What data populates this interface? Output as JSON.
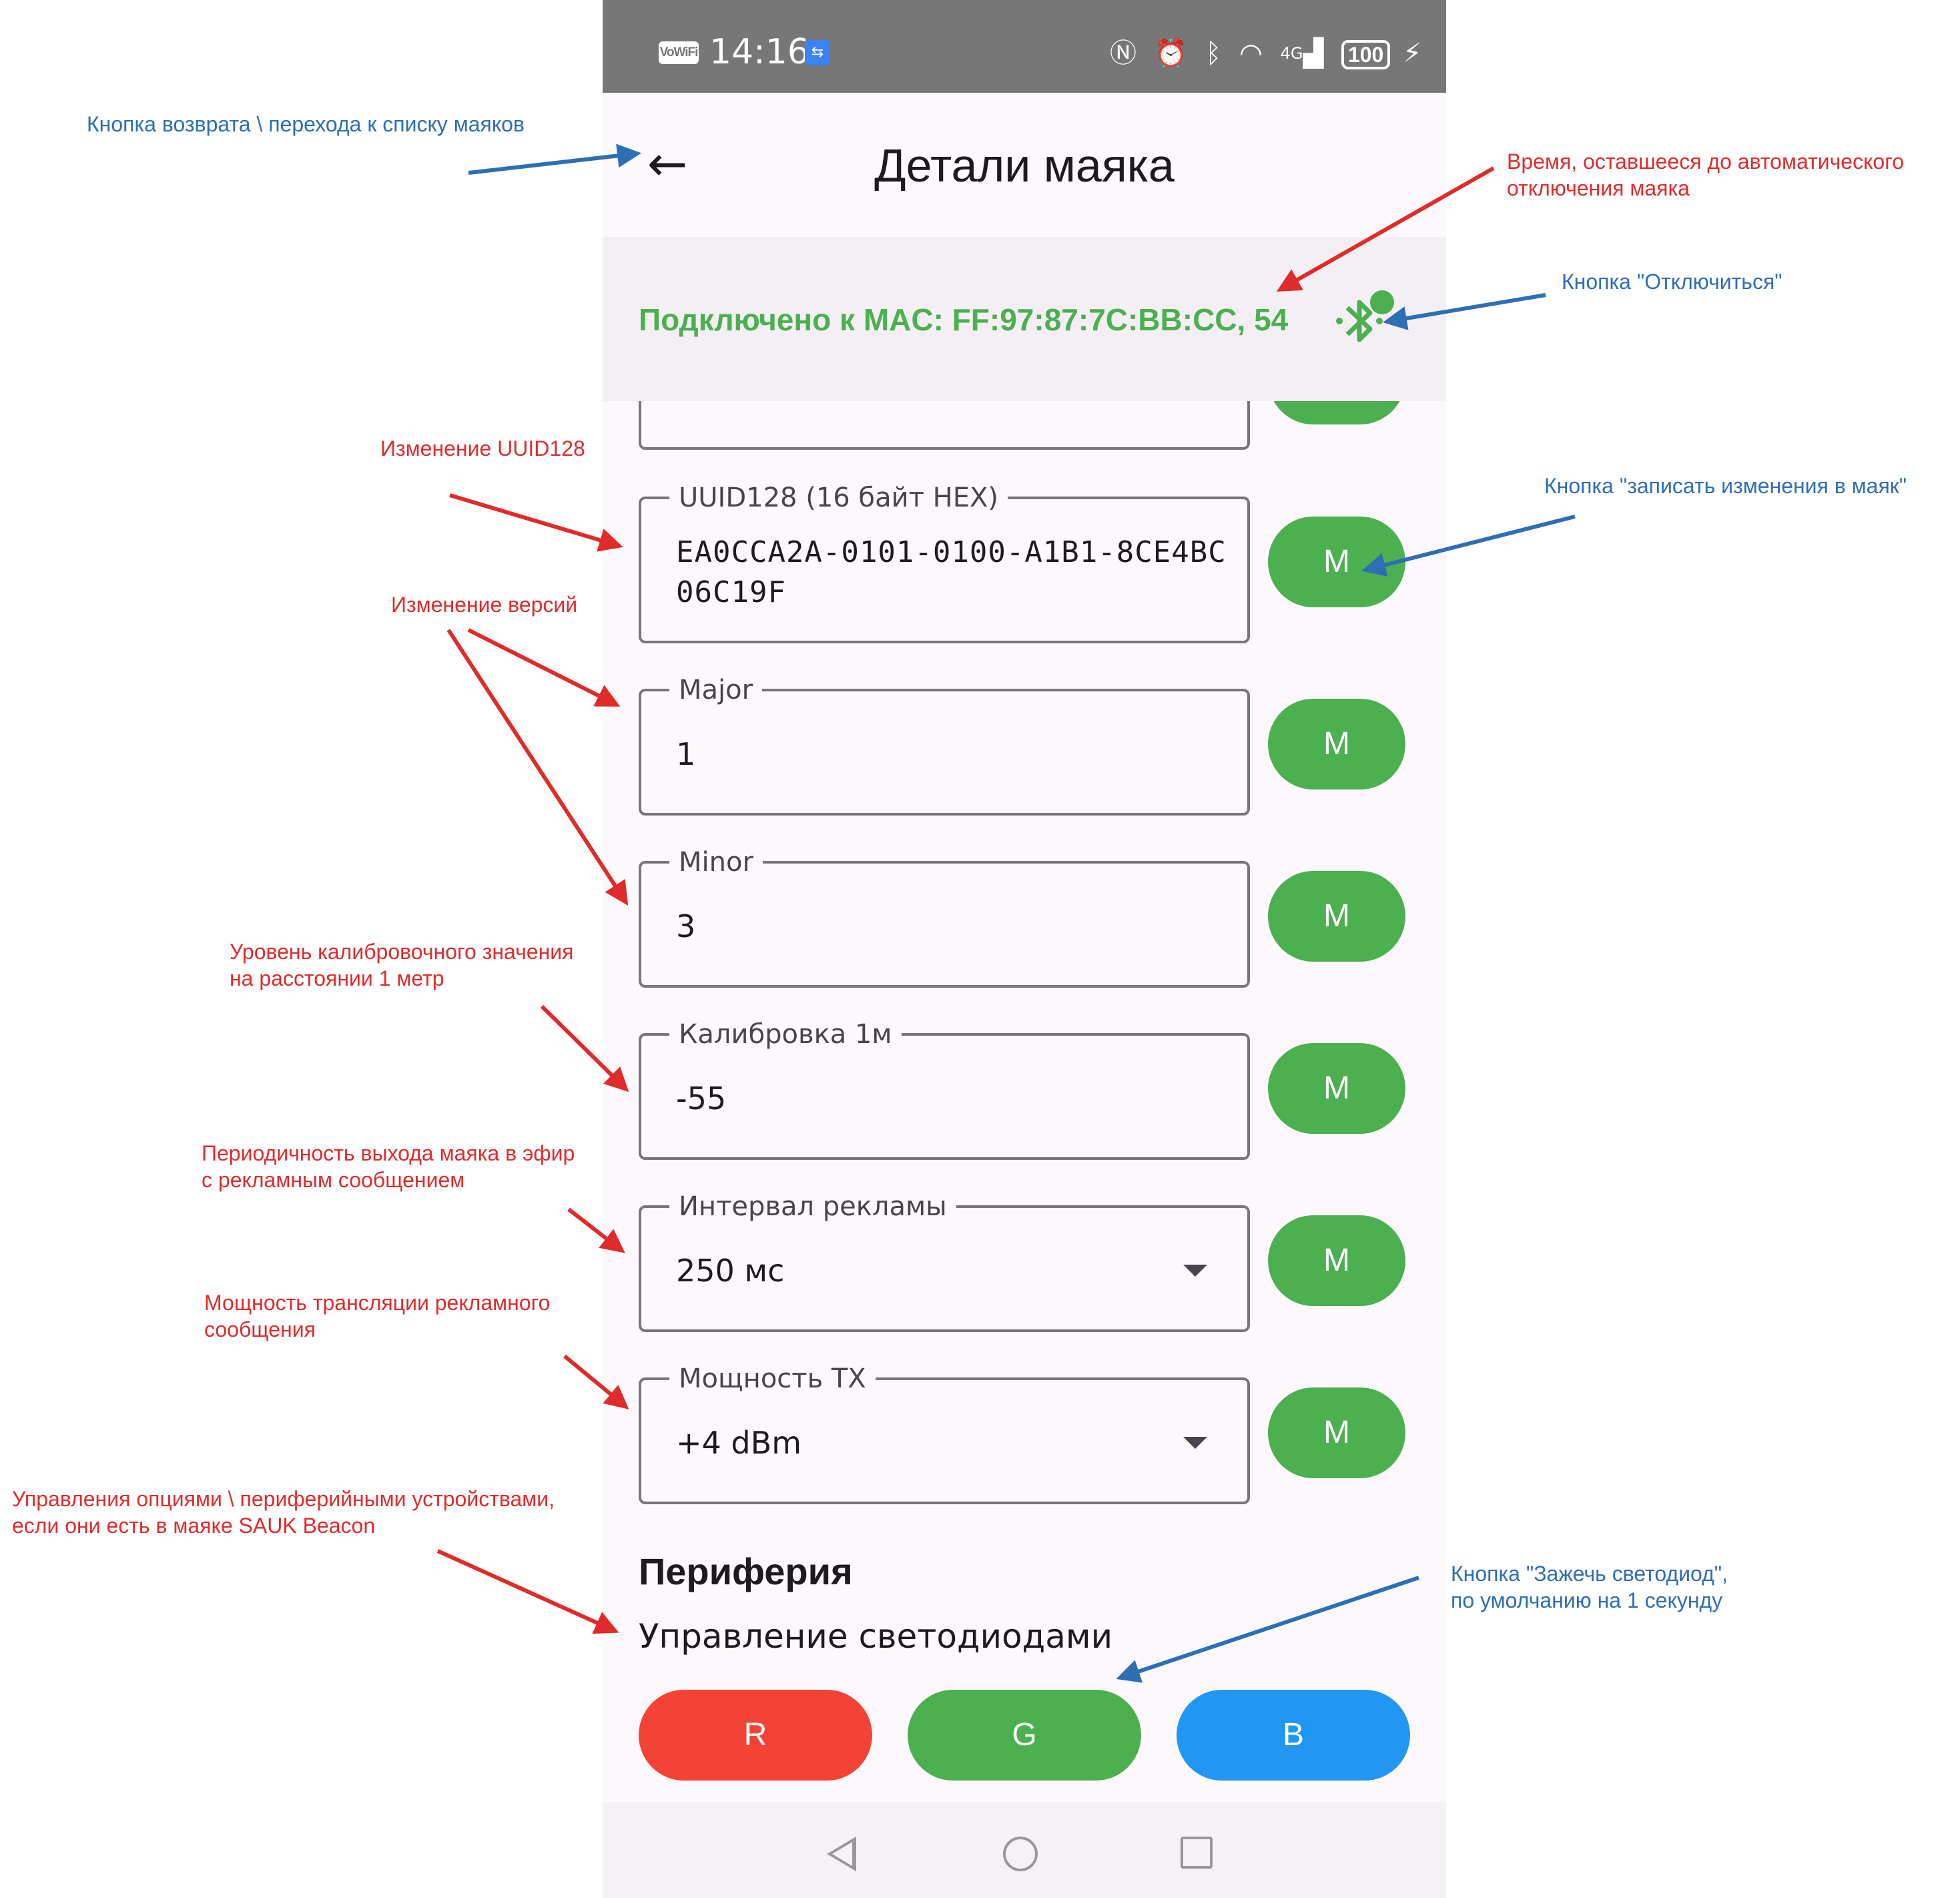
{
  "status_bar": {
    "vowifi": "VoWiFi",
    "time": "14:16",
    "usb_icon": "usb-icon",
    "icons": [
      "nfc-icon",
      "alarm-icon",
      "bluetooth-icon",
      "wifi-icon",
      "signal-4g-icon"
    ],
    "network": "4G",
    "battery": "100"
  },
  "app_bar": {
    "back_icon": "arrow-back-icon",
    "title": "Детали маяка"
  },
  "connection": {
    "text": "Подключено к MAC: FF:97:87:7C:BB:CC, 54",
    "disconnect_icon": "bluetooth-disconnect-icon",
    "color": "#4caf50"
  },
  "fields": {
    "uuid": {
      "label": "UUID128 (16 байт HEX)",
      "value": "EA0CCA2A-0101-0100-A1B1-8CE4BC06C19F"
    },
    "major": {
      "label": "Major",
      "value": "1"
    },
    "minor": {
      "label": "Minor",
      "value": "3"
    },
    "calibration": {
      "label": "Калибровка 1м",
      "value": "-55"
    },
    "interval": {
      "label": "Интервал рекламы",
      "value": "250 мс"
    },
    "tx_power": {
      "label": "Мощность TX",
      "value": "+4 dBm"
    }
  },
  "write_button_label": "M",
  "peripheral": {
    "title": "Периферия",
    "subtitle": "Управление светодиодами",
    "buttons": [
      {
        "label": "R",
        "color": "#f44336"
      },
      {
        "label": "G",
        "color": "#4caf50"
      },
      {
        "label": "B",
        "color": "#2196f3"
      }
    ]
  },
  "annotations": {
    "back": "Кнопка возврата \\ перехода к списку маяков",
    "timer_1": "Время, оставшееся до автоматического",
    "timer_2": "отключения маяка",
    "disconnect": "Кнопка \"Отключиться\"",
    "uuid": "Изменение UUID128",
    "write": "Кнопка \"записать изменения в маяк\"",
    "versions": "Изменение версий",
    "calibration_1": "Уровень калибровочного значения",
    "calibration_2": "на расстоянии 1 метр",
    "interval_1": "Периодичность выхода маяка в эфир",
    "interval_2": "с рекламным сообщением",
    "power_1": "Мощность трансляции рекламного",
    "power_2": "сообщения",
    "peripheral_1": "Управления опциями \\ периферийными устройствами,",
    "peripheral_2": "если они есть в маяке SAUK Beacon",
    "led_1": "Кнопка \"Зажечь светодиод\",",
    "led_2": "по умолчанию на 1 секунду"
  },
  "colors": {
    "annotation_blue": "#2e6eb5",
    "annotation_red": "#e02b2b",
    "status_bar": "#777777",
    "outline": "#79747e"
  }
}
